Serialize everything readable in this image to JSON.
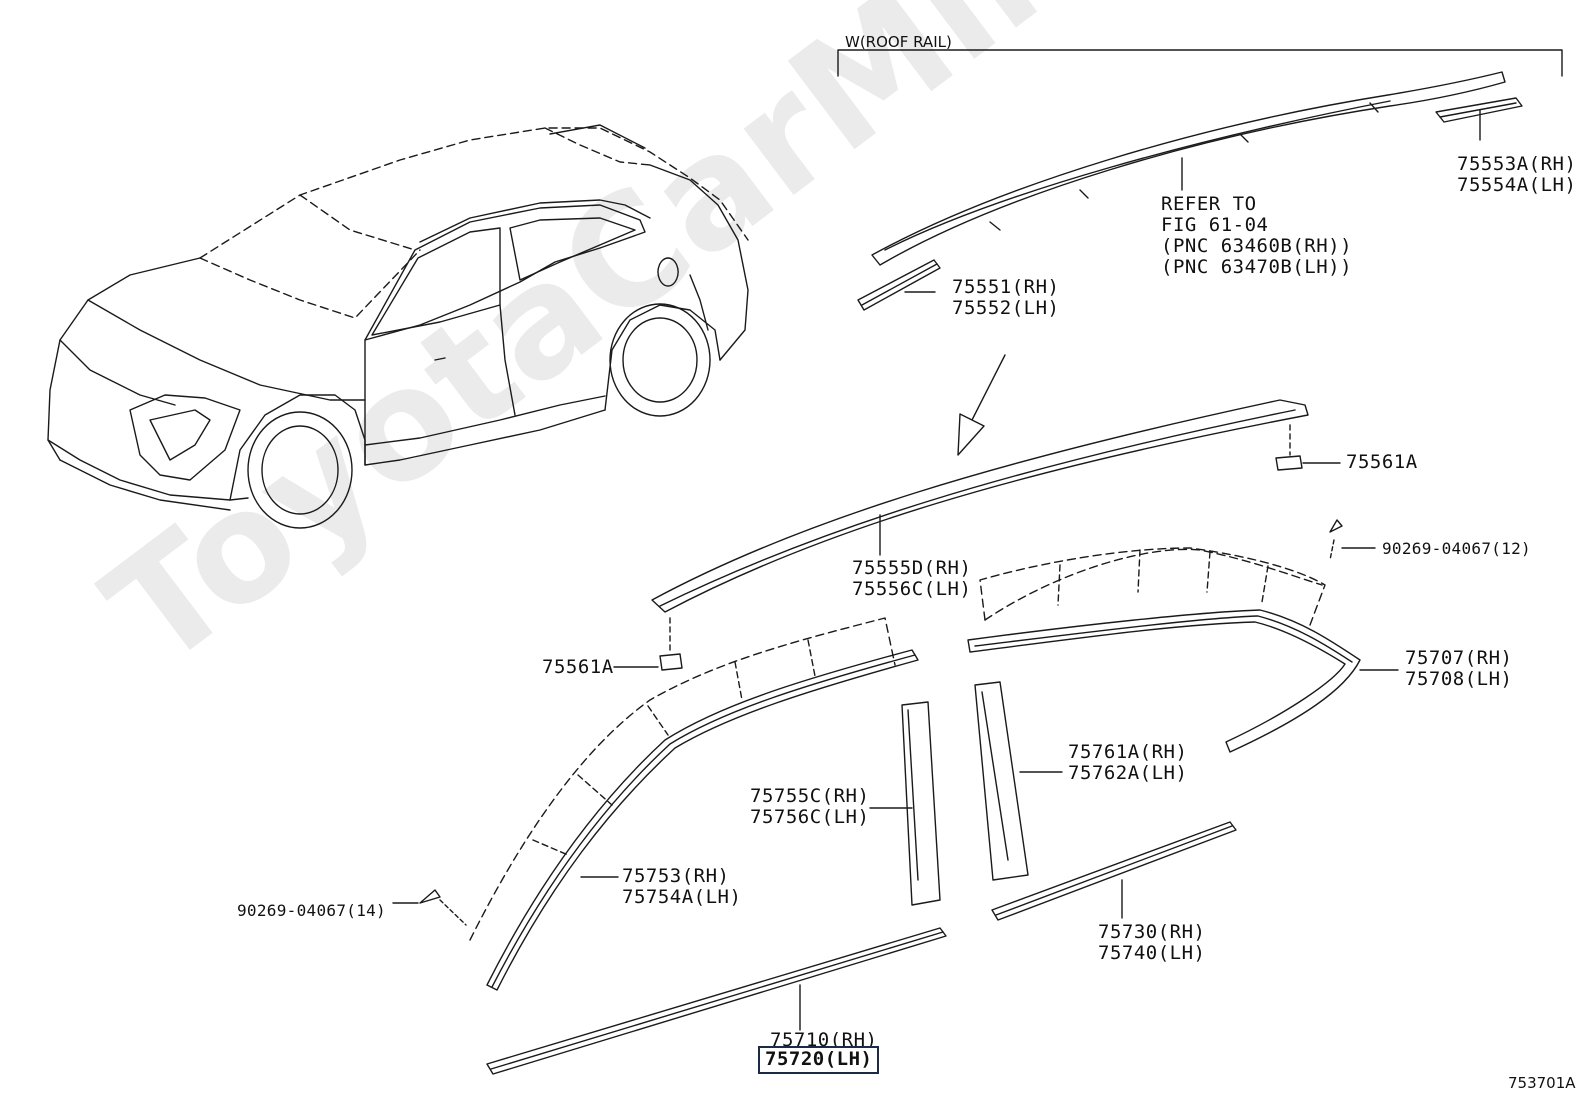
{
  "header": {
    "roof_rail": "W(ROOF RAIL)"
  },
  "watermark": "ToyotaCarMine.ru",
  "reference": {
    "line1": "REFER TO",
    "line2": "FIG 61-04",
    "line3": "(PNC 63460B(RH))",
    "line4": "(PNC 63470B(LH))"
  },
  "parts": {
    "p75553": {
      "rh": "75553A(RH)",
      "lh": "75554A(LH)"
    },
    "p75551": {
      "rh": "75551(RH)",
      "lh": "75552(LH)"
    },
    "p75561_right": "75561A",
    "p75561_left": "75561A",
    "p75555": {
      "rh": "75555D(RH)",
      "lh": "75556C(LH)"
    },
    "clip_upper": "90269-04067(12)",
    "clip_lower": "90269-04067(14)",
    "p75707": {
      "rh": "75707(RH)",
      "lh": "75708(LH)"
    },
    "p75761": {
      "rh": "75761A(RH)",
      "lh": "75762A(LH)"
    },
    "p75755": {
      "rh": "75755C(RH)",
      "lh": "75756C(LH)"
    },
    "p75753": {
      "rh": "75753(RH)",
      "lh": "75754A(LH)"
    },
    "p75730": {
      "rh": "75730(RH)",
      "lh": "75740(LH)"
    },
    "p75710": {
      "rh": "75710(RH)",
      "lh": "75720(LH)"
    }
  },
  "figure_id": "753701A",
  "colors": {
    "line": "#1a1a1a",
    "highlight_border": "#1c2a48",
    "watermark": "#dcdcdc"
  }
}
